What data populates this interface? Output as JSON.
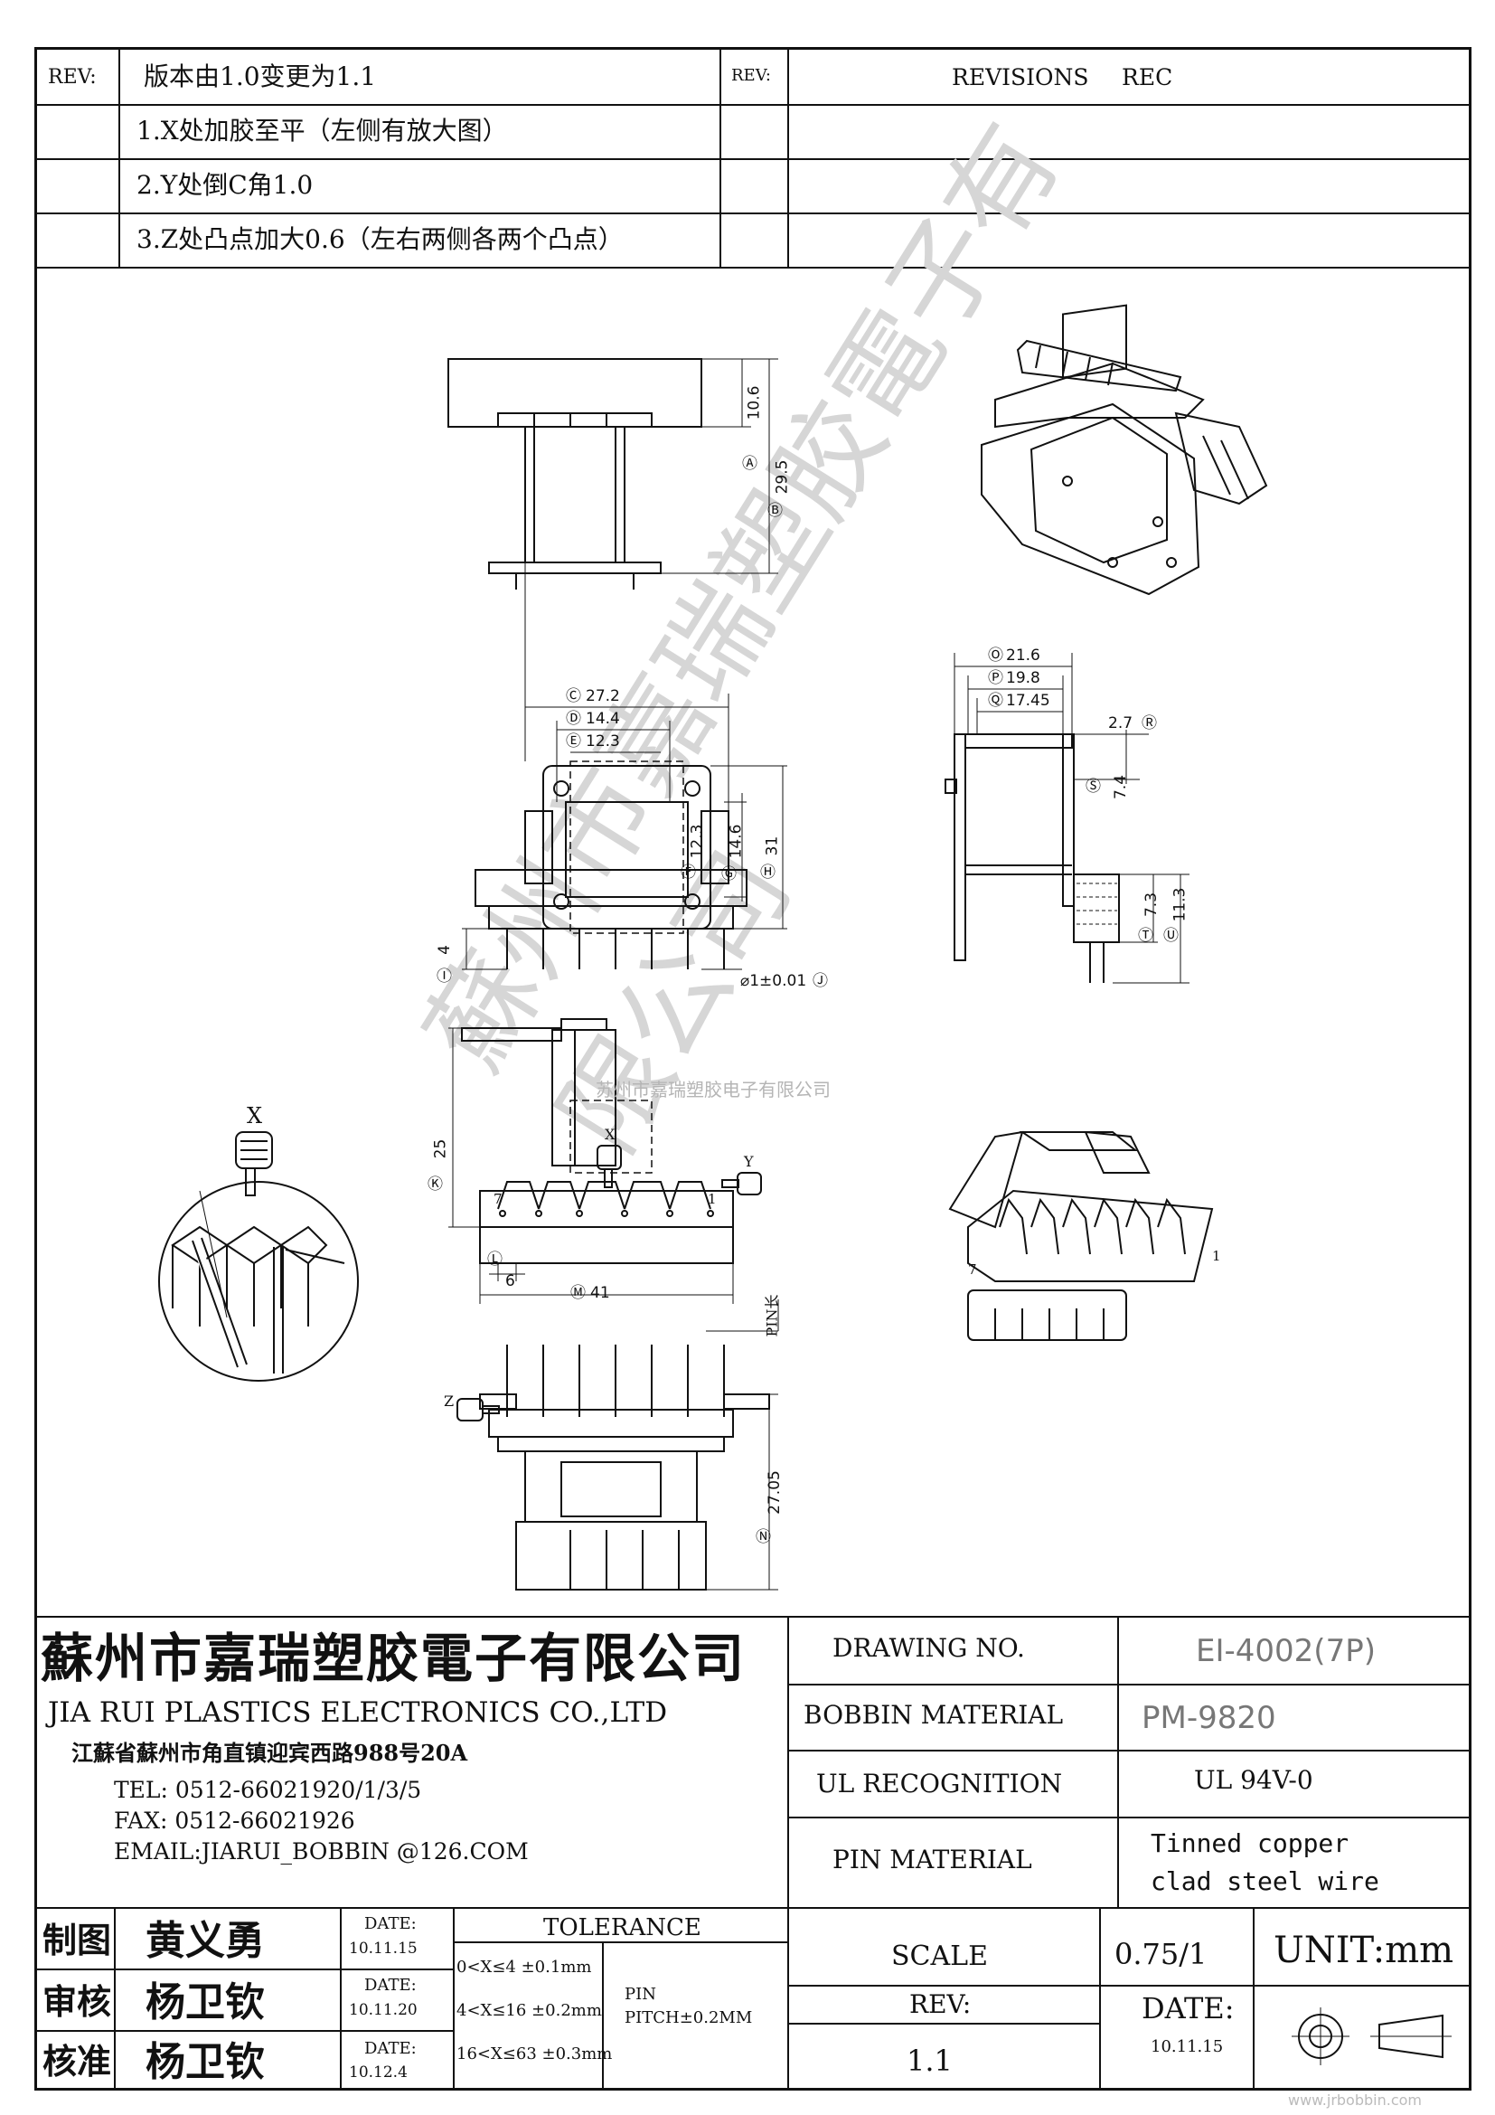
{
  "revisions": {
    "rev_header": "REV:",
    "rev_text": "版本由1.0变更为1.1",
    "rev_header2": "REV:",
    "revisions_label": "REVISIONS",
    "rec_label": "REC",
    "items": [
      "1.X处加胶至平（左侧有放大图）",
      "2.Y处倒C角1.0",
      "3.Z处凸点加大0.6（左右两侧各两个凸点）"
    ]
  },
  "drawing": {
    "dims": {
      "a": "10.6",
      "b": "29.5",
      "c": "27.2",
      "d": "14.4",
      "e": "12.3",
      "f": "12.3",
      "g": "14.6",
      "h": "31",
      "i": "4",
      "j": "⌀1±0.01",
      "o": "21.6",
      "p": "19.8",
      "q": "17.45",
      "r": "2.7",
      "s": "7.4",
      "t1": "7.3",
      "t2": "11.3",
      "k": "25",
      "l": "6",
      "m": "41",
      "n": "27.05"
    },
    "letters": {
      "a": "Ⓐ",
      "b": "Ⓑ",
      "c": "Ⓒ",
      "d": "Ⓓ",
      "e": "Ⓔ",
      "f": "Ⓕ",
      "g": "Ⓖ",
      "h": "Ⓗ",
      "i": "Ⓘ",
      "j": "Ⓙ",
      "k": "Ⓚ",
      "l": "Ⓛ",
      "m": "Ⓜ",
      "n": "Ⓝ",
      "o": "Ⓞ",
      "p": "Ⓟ",
      "q": "Ⓠ",
      "r": "Ⓡ",
      "s": "Ⓢ",
      "t": "Ⓣ",
      "u": "Ⓤ"
    },
    "marks": {
      "x_detail": "X",
      "x_top": "X",
      "y_top": "Y",
      "z_bottom": "Z",
      "pin7_left": "7",
      "pin1_left": "1",
      "pin7_iso": "7",
      "pin1_iso": "1",
      "pin_long": "PIN长"
    },
    "watermark_small": "苏州市嘉瑞塑胶电子有限公司"
  },
  "title_block": {
    "company_cn": "蘇州市嘉瑞塑胶電子有限公司",
    "company_en": "JIA RUI PLASTICS ELECTRONICS CO.,LTD",
    "address": "江蘇省蘇州市角直镇迎宾西路988号20A",
    "tel": "TEL: 0512-66021920/1/3/5",
    "fax": "FAX: 0512-66021926",
    "email": "EMAIL:JIARUI_BOBBIN @126.COM",
    "drawing_no_label": "DRAWING  NO.",
    "drawing_no": "EI-4002(7P)",
    "bobbin_material_label": "BOBBIN  MATERIAL",
    "bobbin_material": "PM-9820",
    "ul_label": "UL RECOGNITION",
    "ul_value": "UL 94V-0",
    "pin_material_label": "PIN MATERIAL",
    "pin_material_1": "Tinned copper",
    "pin_material_2": "clad steel wire",
    "people": [
      {
        "role": "制图",
        "name": "黄义勇",
        "date_label": "DATE:",
        "date": "10.11.15"
      },
      {
        "role": "审核",
        "name": "杨卫钦",
        "date_label": "DATE:",
        "date": "10.11.20"
      },
      {
        "role": "核准",
        "name": "杨卫钦",
        "date_label": "DATE:",
        "date": "10.12.4"
      }
    ],
    "tolerance_label": "TOLERANCE",
    "tolerances": [
      "0<X≤4  ±0.1mm",
      "4<X≤16 ±0.2mm",
      "16<X≤63 ±0.3mm"
    ],
    "pin_pitch_1": "PIN",
    "pin_pitch_2": "PITCH±0.2MM",
    "scale_label": "SCALE",
    "scale_value": "0.75/1",
    "unit": "UNIT:mm",
    "rev_label": "REV:",
    "rev_value": "1.1",
    "date_label": "DATE:",
    "date_value": "10.11.15"
  },
  "footer_url": "www.jrbobbin.com"
}
